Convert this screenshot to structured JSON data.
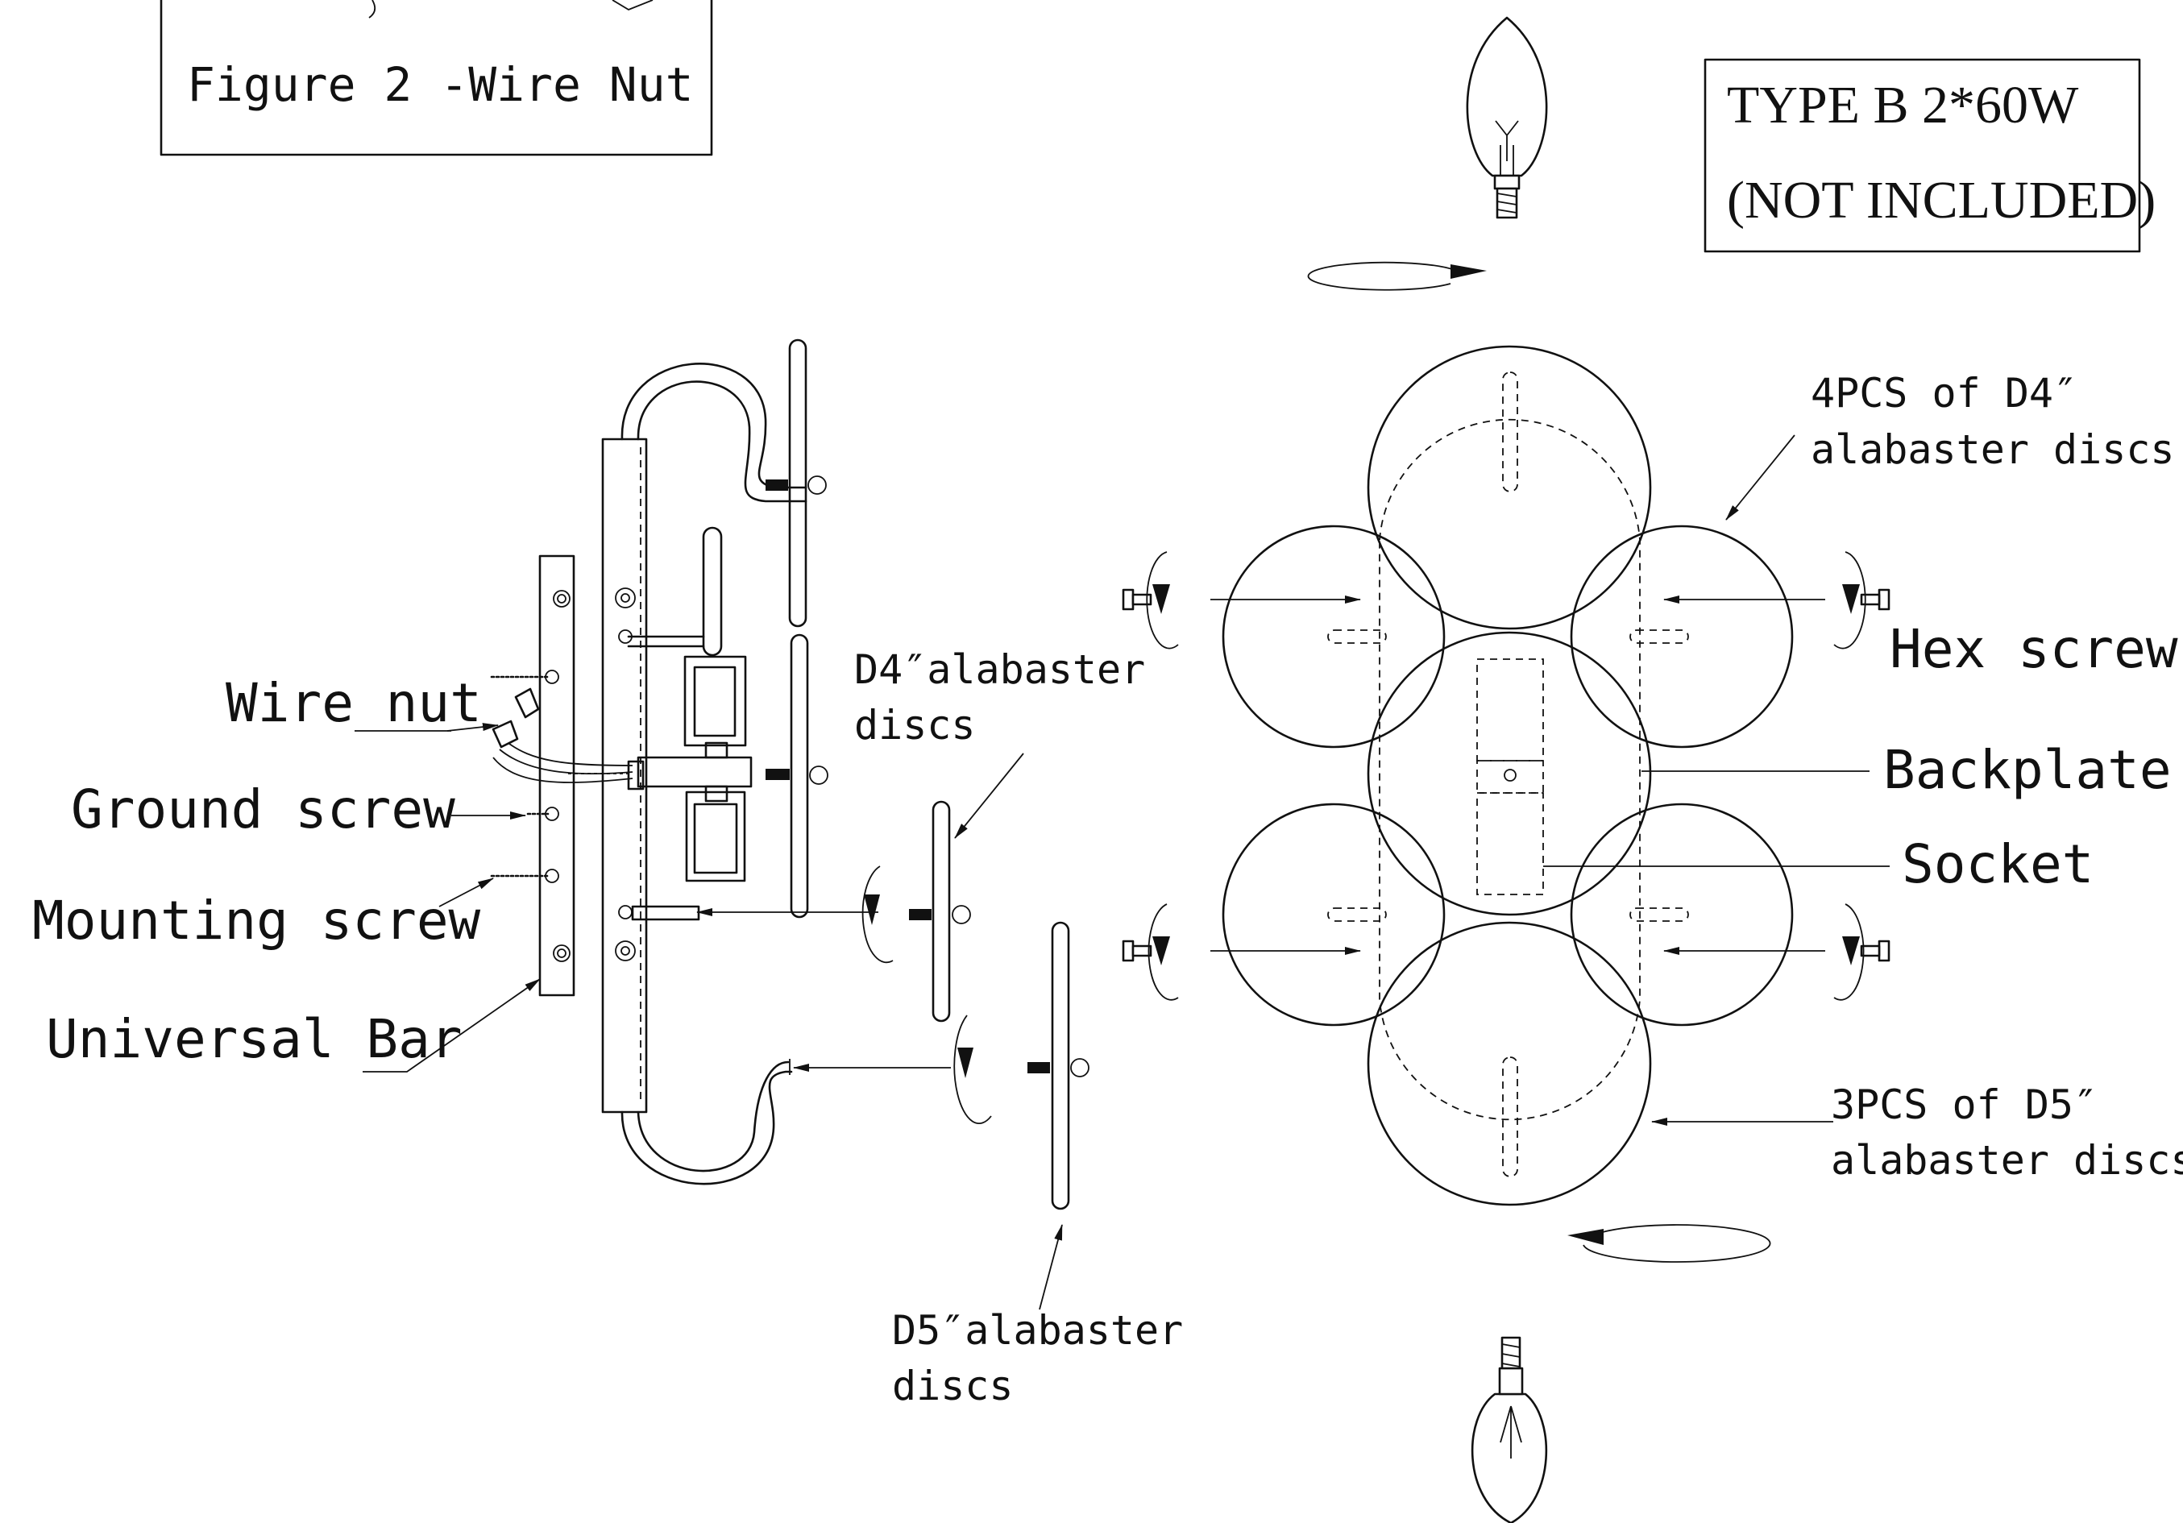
{
  "figure_box": {
    "caption": "Figure 2 -Wire Nut"
  },
  "bulb_box": {
    "line1": "TYPE B 2*60W",
    "line2": "(NOT INCLUDED)"
  },
  "labels": {
    "wire_nut": "Wire nut",
    "ground_screw": "Ground screw",
    "mounting_screw": "Mounting screw",
    "universal_bar": "Universal Bar",
    "d4_line1": "D4″alabaster",
    "d4_line2": "discs",
    "d5_line1": "D5″alabaster",
    "d5_line2": "discs",
    "four_pcs_line1": "4PCS of D4″",
    "four_pcs_line2": "alabaster discs",
    "three_pcs_line1": "3PCS of D5″",
    "three_pcs_line2": "alabaster discs",
    "hex_screw": "Hex screw",
    "backplate": "Backplate",
    "socket": "Socket"
  }
}
